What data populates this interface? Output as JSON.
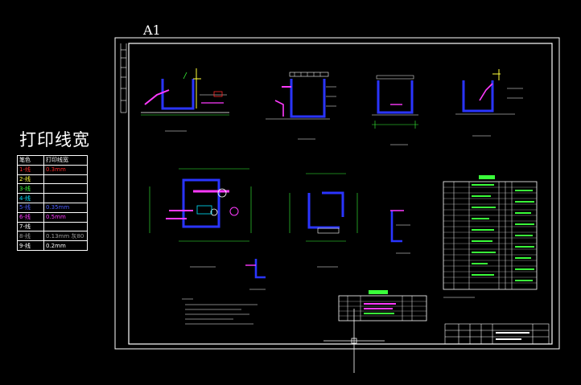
{
  "sheet_size_label": "A1",
  "legend": {
    "title": "打印线宽",
    "header": [
      "笔色",
      "打印线宽"
    ],
    "rows": [
      {
        "pen": "1-线",
        "width": "0.3mm",
        "color": "#ff2a2a"
      },
      {
        "pen": "2-线",
        "width": "",
        "color": "#ffff3a"
      },
      {
        "pen": "3-线",
        "width": "",
        "color": "#3aff3a"
      },
      {
        "pen": "4-线",
        "width": "",
        "color": "#00e5ff"
      },
      {
        "pen": "5-线",
        "width": "0.35mm",
        "color": "#4a5cff"
      },
      {
        "pen": "6-线",
        "width": "0.5mm",
        "color": "#ff3aff"
      },
      {
        "pen": "7-线",
        "width": "",
        "color": "#ffffff"
      },
      {
        "pen": "8-线",
        "width": "0.13mm 灰80",
        "color": "#9a9a9a"
      },
      {
        "pen": "9-线",
        "width": "0.2mm",
        "color": "#ffffff"
      }
    ]
  },
  "colors": {
    "background": "#000000",
    "frame": "#ffffff",
    "wall": "#2a35ff",
    "pipe": "#ff3aff",
    "dim": "#3aff3a",
    "note": "#ffff3a",
    "table_text": "#3aff3a"
  }
}
